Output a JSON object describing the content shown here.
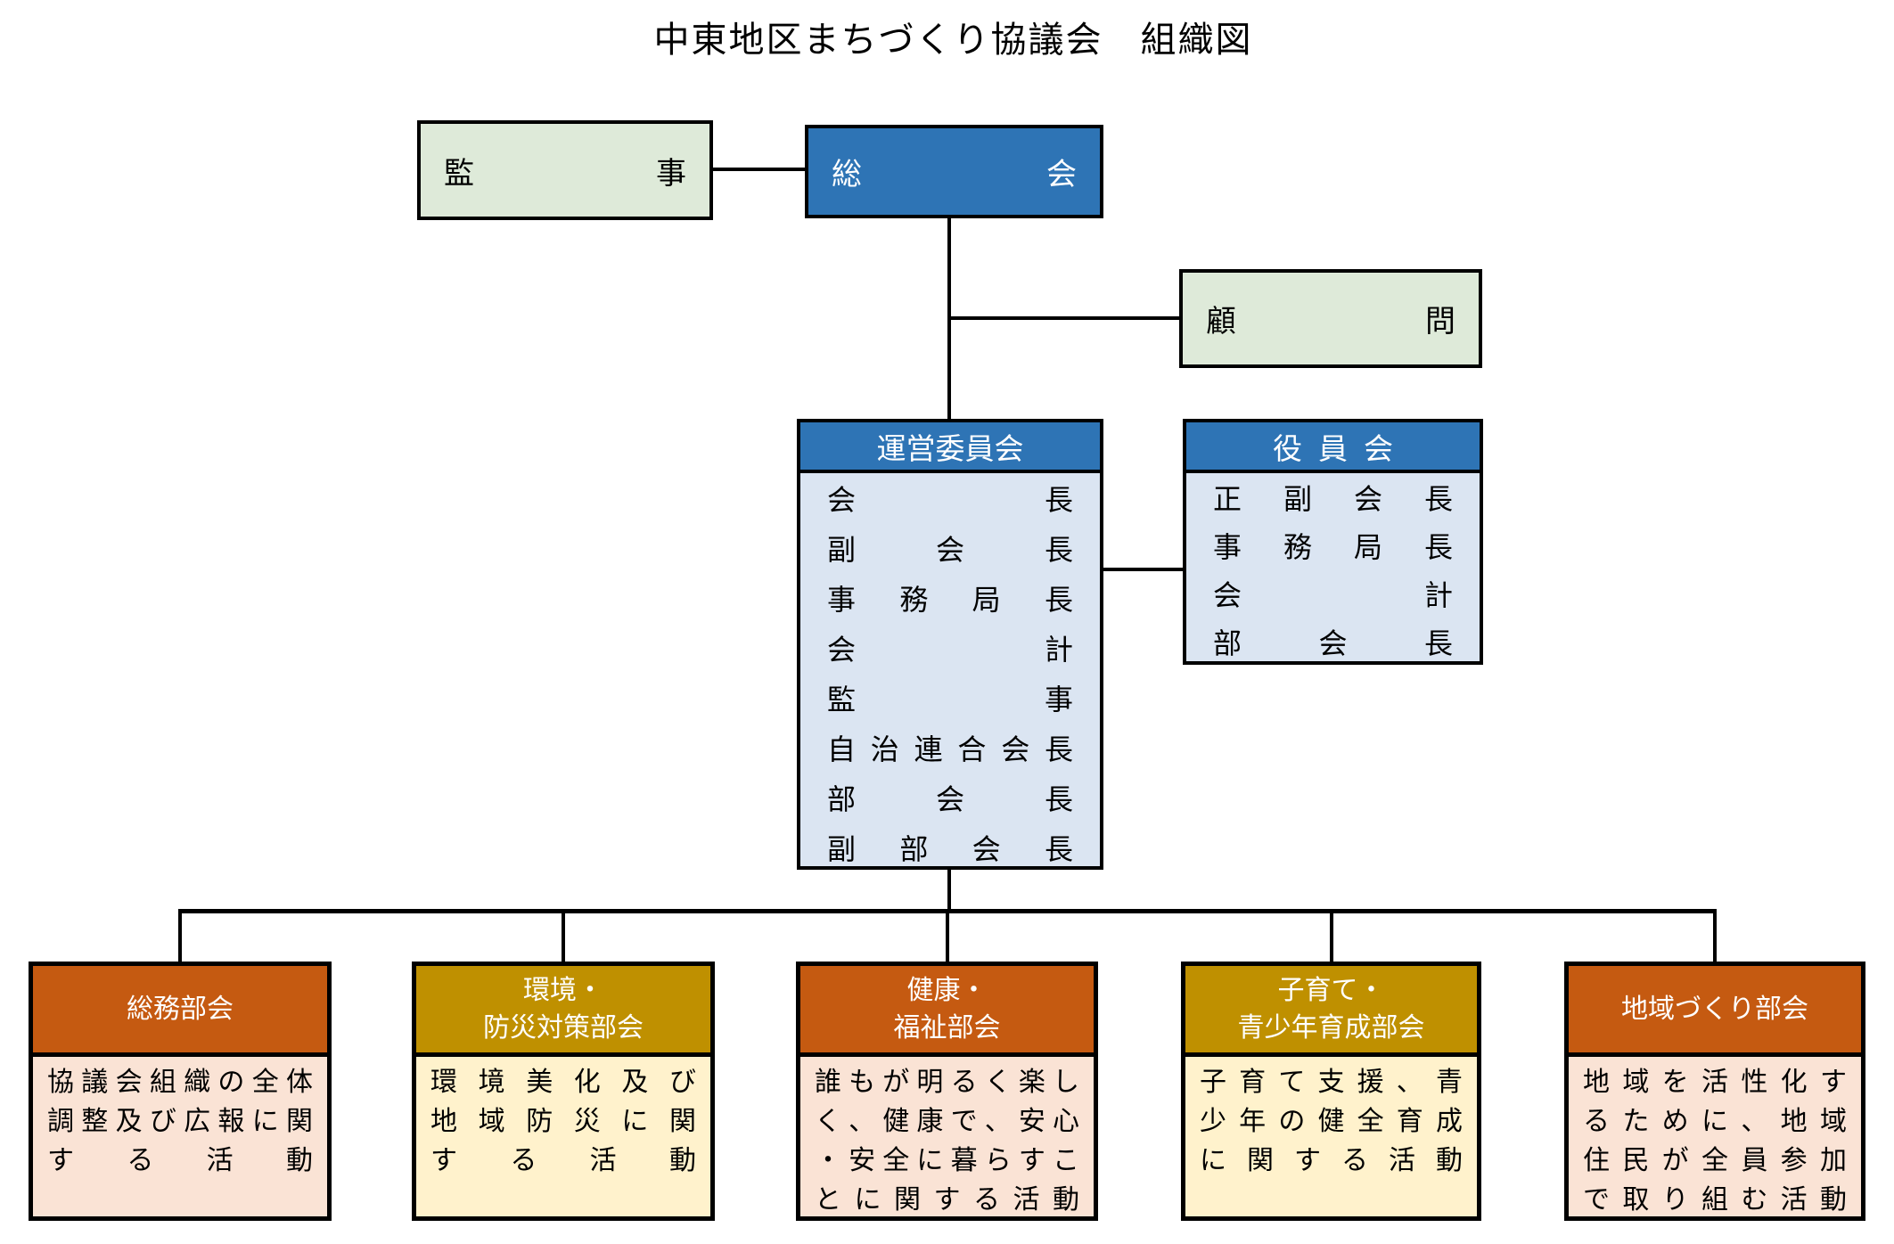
{
  "title": "中東地区まちづくり協議会　組織図",
  "colors": {
    "node_blue": "#2E74B5",
    "node_blue_body": "#DBE5F2",
    "node_green": "#DEEAD9",
    "subcommittee_orange": "#C55A11",
    "subcommittee_orange_body": "#FAE3D5",
    "subcommittee_gold": "#BF9000",
    "subcommittee_gold_body": "#FFF2CC",
    "line_black": "#000000"
  },
  "nodes": {
    "kanji": {
      "label": "監事"
    },
    "soukai": {
      "label": "総会"
    },
    "komon": {
      "label": "顧問"
    },
    "unei": {
      "header": "運営委員会",
      "members": [
        "会長",
        "副会長",
        "事務局長",
        "会計",
        "監事",
        "自治連合会長",
        "部会長",
        "副部会長"
      ]
    },
    "yakuin": {
      "header": "役員会",
      "members": [
        "正副会長",
        "事務局長",
        "会計",
        "部会長"
      ]
    },
    "subcommittees": [
      {
        "name": "総務部会",
        "desc_lines": [
          "協議会組織の全体",
          "調整及び広報に関",
          "する活動"
        ]
      },
      {
        "name": "環境・\n防災対策部会",
        "desc_lines": [
          "環境美化及び",
          "地域防災に関",
          "する活動"
        ]
      },
      {
        "name": "健康・\n福祉部会",
        "desc_lines": [
          "誰もが明るく楽し",
          "く、健康で、安心",
          "・安全に暮らすこ",
          "とに関する活動"
        ]
      },
      {
        "name": "子育て・\n青少年育成部会",
        "desc_lines": [
          "子育て支援、青",
          "少年の健全育成",
          "に関する活動"
        ]
      },
      {
        "name": "地域づくり部会",
        "desc_lines": [
          "地域を活性化す",
          "るために、地域",
          "住民が全員参加",
          "で取り組む活動"
        ]
      }
    ]
  }
}
